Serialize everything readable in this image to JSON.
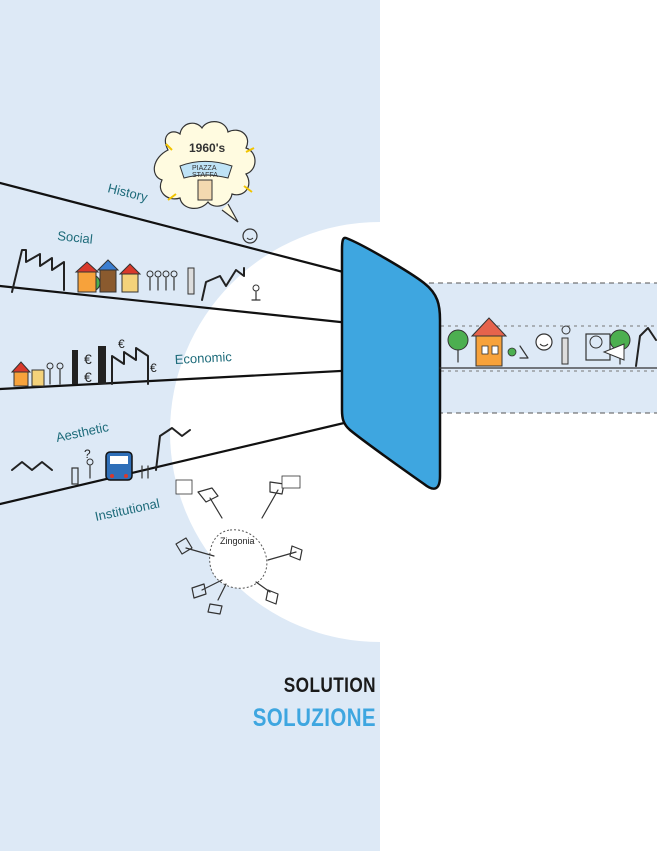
{
  "diagram": {
    "labels": {
      "history": "History",
      "social": "Social",
      "economic": "Economic",
      "aesthetic": "Aesthetic",
      "institutional": "Institutional"
    },
    "sketch_text": {
      "history_year": "1960's",
      "history_place_1": "PIAZZA",
      "history_place_2": "STAFFA",
      "institutional_center": "Zingonia"
    },
    "title": {
      "english": "SOLUTION",
      "italian": "SOLUZIONE"
    },
    "colors": {
      "band": "#dde9f6",
      "lens": "#3ea6e0",
      "left_strip": "#49a7dc",
      "title_accent": "#3ea6e0",
      "label_text": "#1d6b7a"
    }
  }
}
